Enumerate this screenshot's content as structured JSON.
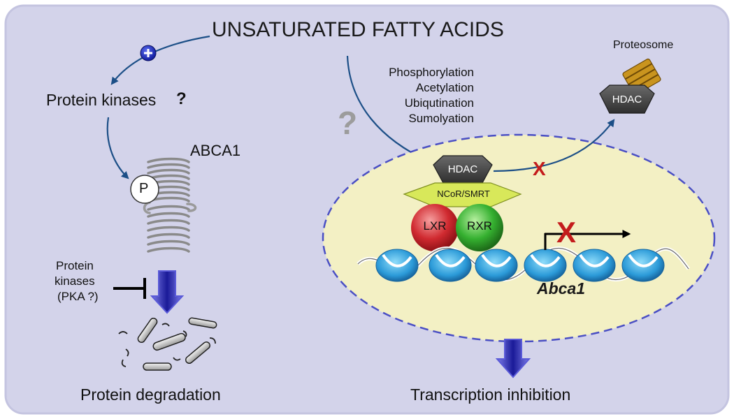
{
  "title": "UNSATURATED FATTY ACIDS",
  "left": {
    "plus_sign": "+",
    "protein_kinases": "Protein kinases",
    "question_mark": "?",
    "transporter": "ABCA1",
    "phospho": "P",
    "inhibitor_line1": "Protein",
    "inhibitor_line2": "kinases",
    "inhibitor_line3": "(PKA ?)",
    "result": "Protein degradation"
  },
  "right": {
    "big_question": "?",
    "modifications": [
      "Phosphorylation",
      "Acetylation",
      "Ubiqutination",
      "Sumolyation"
    ],
    "proteasome": "Proteosome",
    "hdac_nucleus": "HDAC",
    "hdac_proteasome": "HDAC",
    "corepressor": "NCoR/SMRT",
    "lxr": "LXR",
    "rxr": "RXR",
    "gene": "Abca1",
    "block_mark": "X",
    "result": "Transcription inhibition"
  },
  "colors": {
    "panel_bg": "#d3d3ea",
    "panel_border": "#c4c4e0",
    "arrow": "#1c4f87",
    "nucleus_fill": "#f3f0c4",
    "nucleus_border": "#4a4fc4",
    "block_x": "#c41c1c",
    "down_arrow": "#1f1fa6",
    "hdac": "#4a4a4a",
    "lxr": "#c8202a",
    "rxr": "#2fa52f",
    "corepressor": "#d8e85a",
    "nucleosome": "#2f9fd8"
  },
  "icons": [
    "plus-icon",
    "arc-arrow-icon",
    "inhibition-bar-icon",
    "down-arrow-icon",
    "transcription-start-arrow-icon",
    "block-x-icon",
    "question-mark-icon",
    "proteasome-icon",
    "transporter-icon",
    "protein-fragment-icon",
    "nucleosome-icon"
  ]
}
